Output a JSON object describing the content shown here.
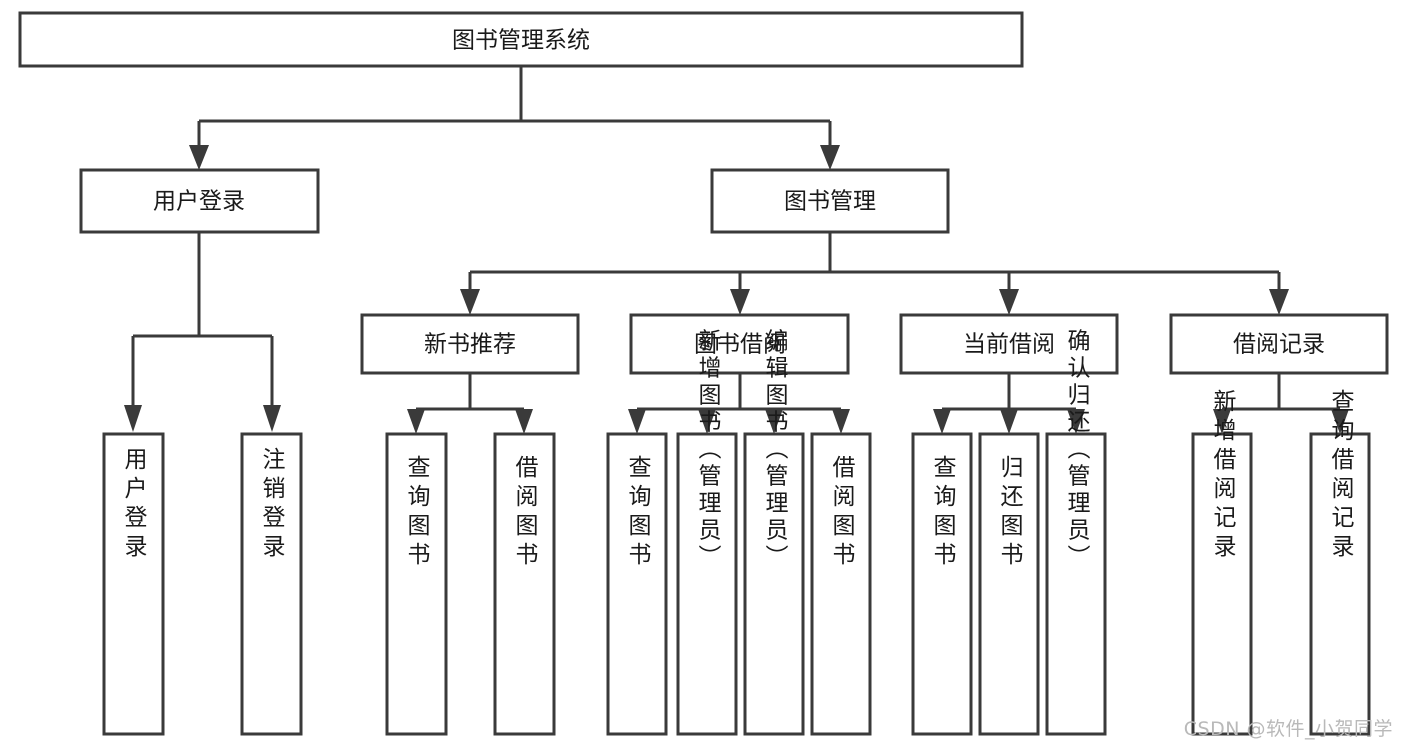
{
  "diagram": {
    "title": "图书管理系统",
    "type": "tree-hierarchy-chart",
    "colors": {
      "stroke": "#3a3a3a",
      "box_fill": "#ffffff",
      "text": "#1a1a1a",
      "background": "#ffffff",
      "watermark": "#b9b9b9"
    },
    "root": {
      "label": "图书管理系统"
    },
    "level2": [
      {
        "label": "用户登录"
      },
      {
        "label": "图书管理"
      }
    ],
    "level3": [
      {
        "label": "新书推荐"
      },
      {
        "label": "图书借阅"
      },
      {
        "label": "当前借阅"
      },
      {
        "label": "借阅记录"
      }
    ],
    "leaves_user_login": [
      {
        "label": "用户登录"
      },
      {
        "label": "注销登录"
      }
    ],
    "leaves_new_book": [
      {
        "label": "查询图书"
      },
      {
        "label": "借阅图书"
      }
    ],
    "leaves_borrow": [
      {
        "label": "查询图书"
      },
      {
        "label": "新增图书（管理员）"
      },
      {
        "label": "编辑图书（管理员）"
      },
      {
        "label": "借阅图书"
      }
    ],
    "leaves_current": [
      {
        "label": "查询图书"
      },
      {
        "label": "归还图书"
      },
      {
        "label": "确认归还（管理员）"
      }
    ],
    "leaves_record": [
      {
        "label": "新增借阅记录"
      },
      {
        "label": "查询借阅记录"
      }
    ]
  },
  "watermark": {
    "text": "CSDN @软件_小贺同学"
  }
}
